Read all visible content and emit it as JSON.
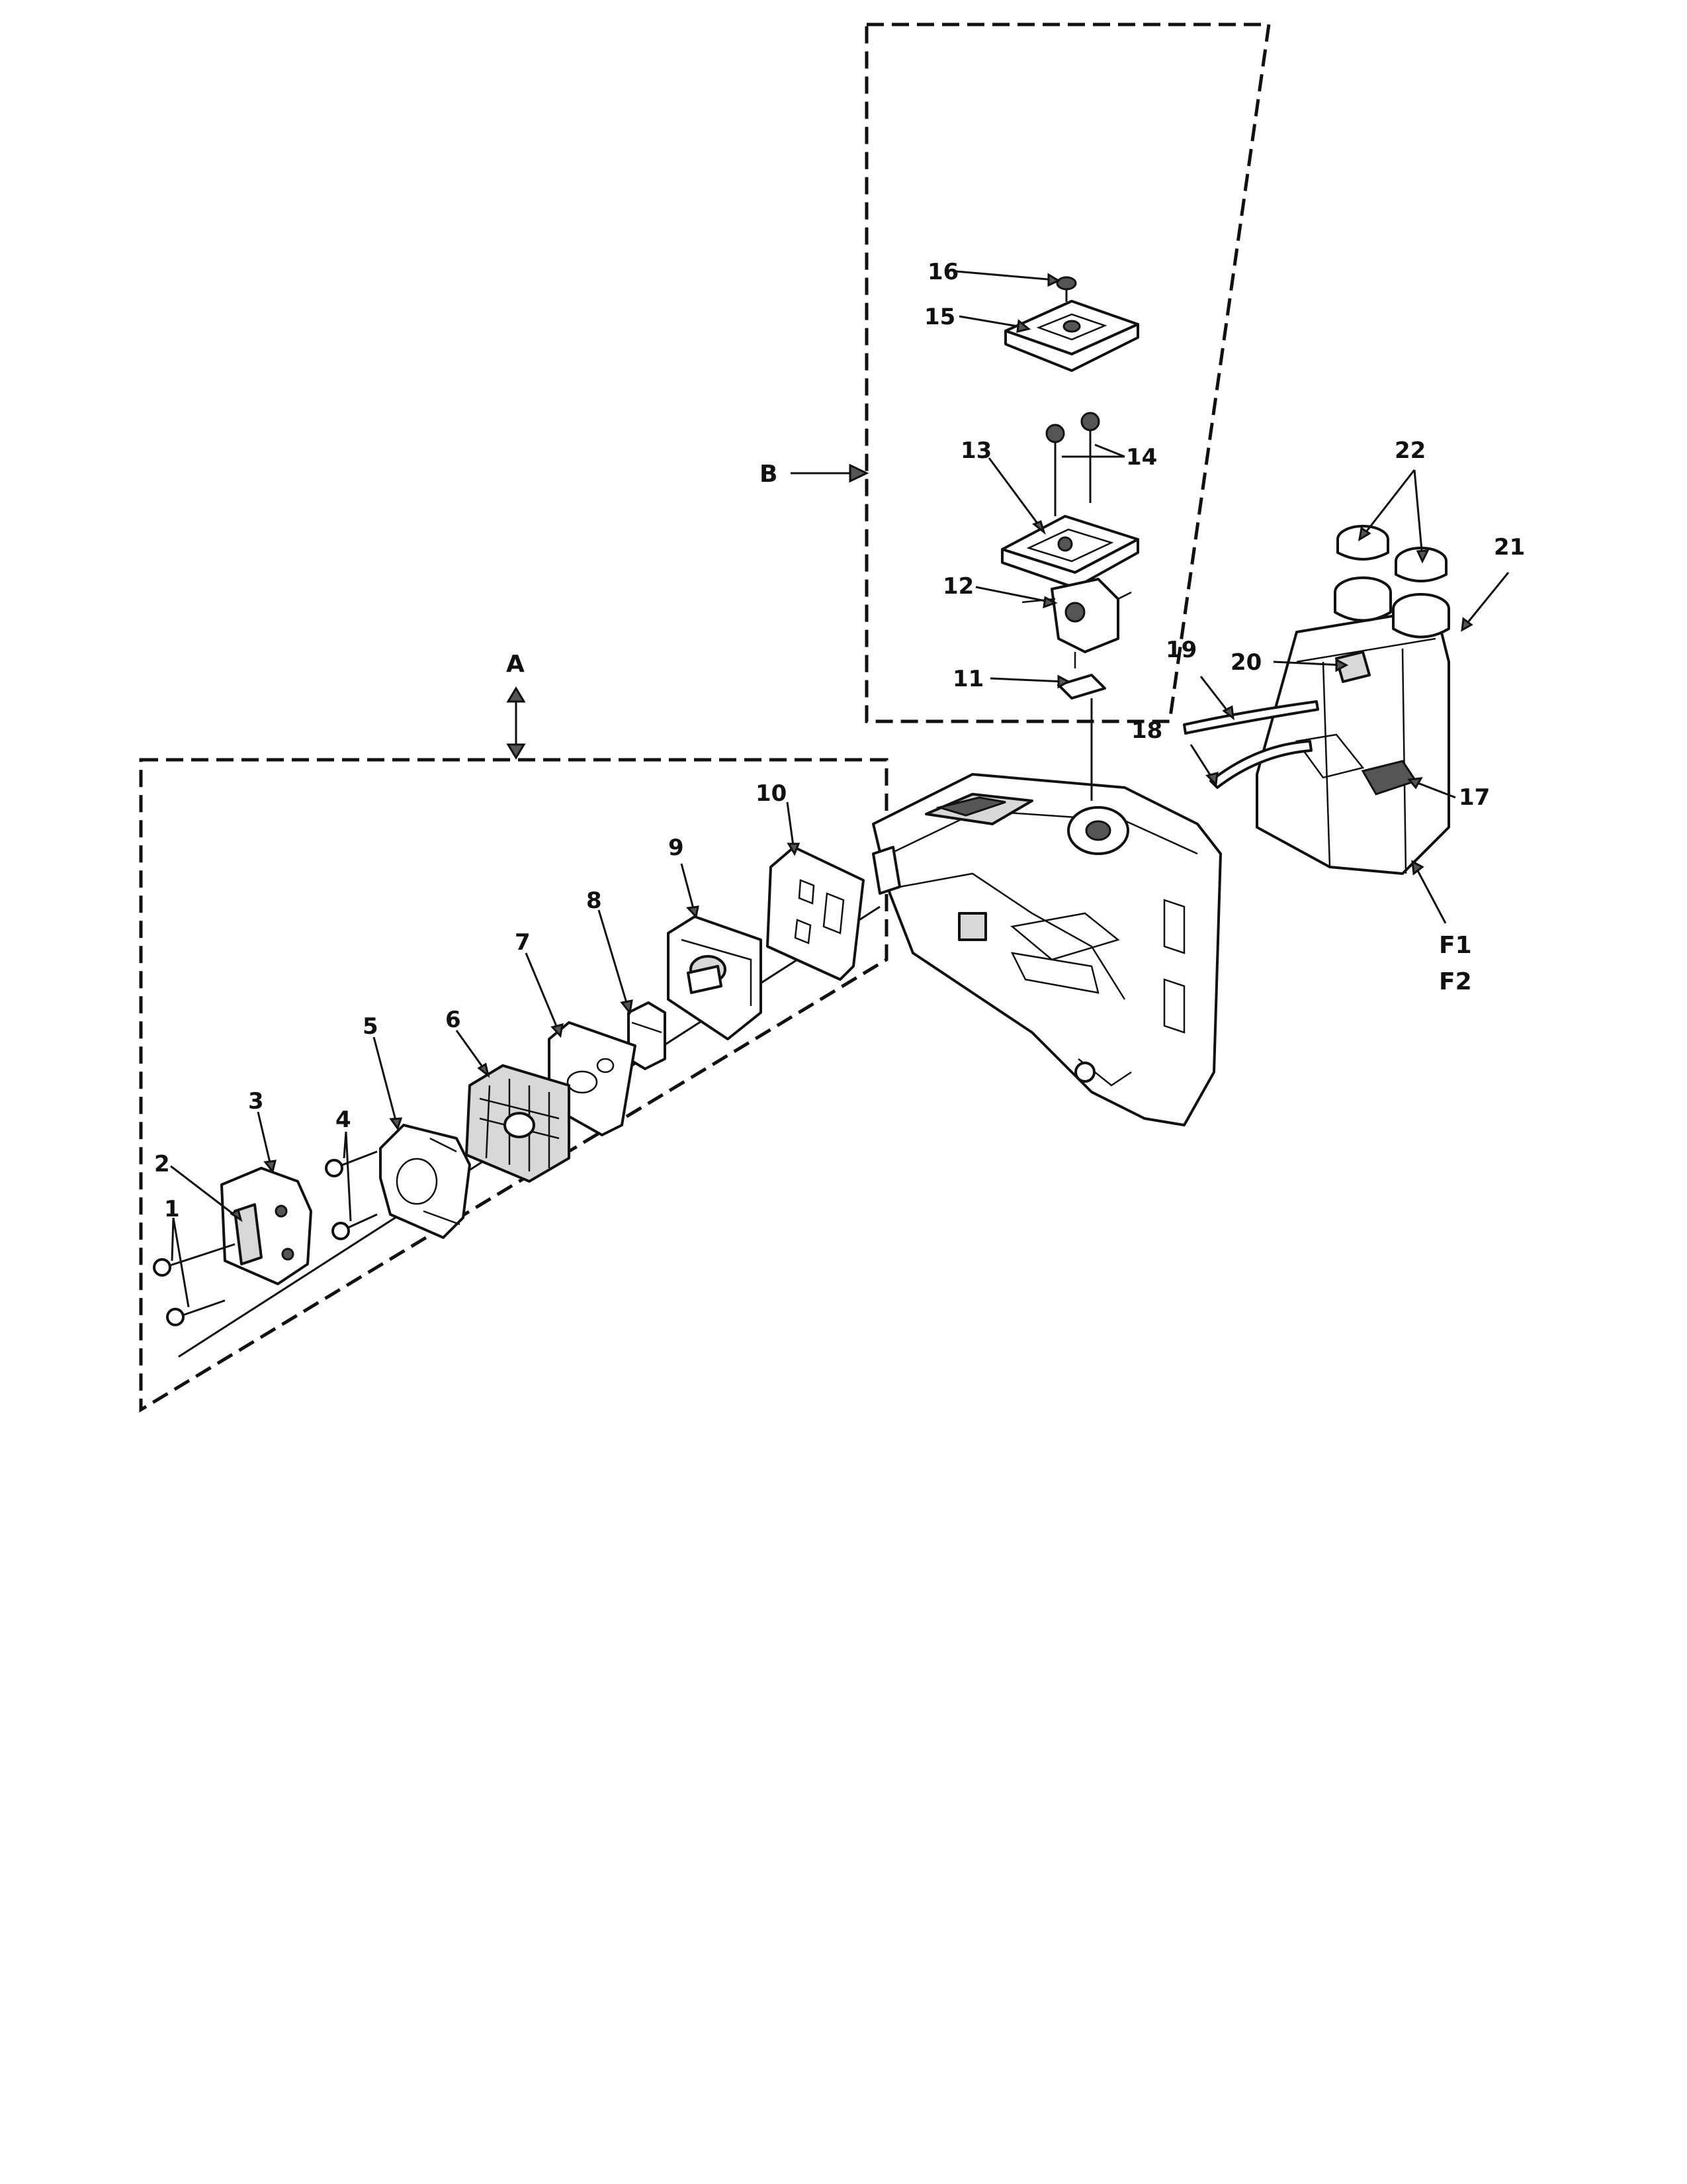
{
  "labels": {
    "p1": "1",
    "p2": "2",
    "p3": "3",
    "p4": "4",
    "p5": "5",
    "p6": "6",
    "p7": "7",
    "p8": "8",
    "p9": "9",
    "p10": "10",
    "p11": "11",
    "p12": "12",
    "p13": "13",
    "p14": "14",
    "p15": "15",
    "p16": "16",
    "p17": "17",
    "p18": "18",
    "p19": "19",
    "p20": "20",
    "p21": "21",
    "p22": "22",
    "groupA": "A",
    "groupB": "B",
    "f1": "F1",
    "f2": "F2"
  }
}
